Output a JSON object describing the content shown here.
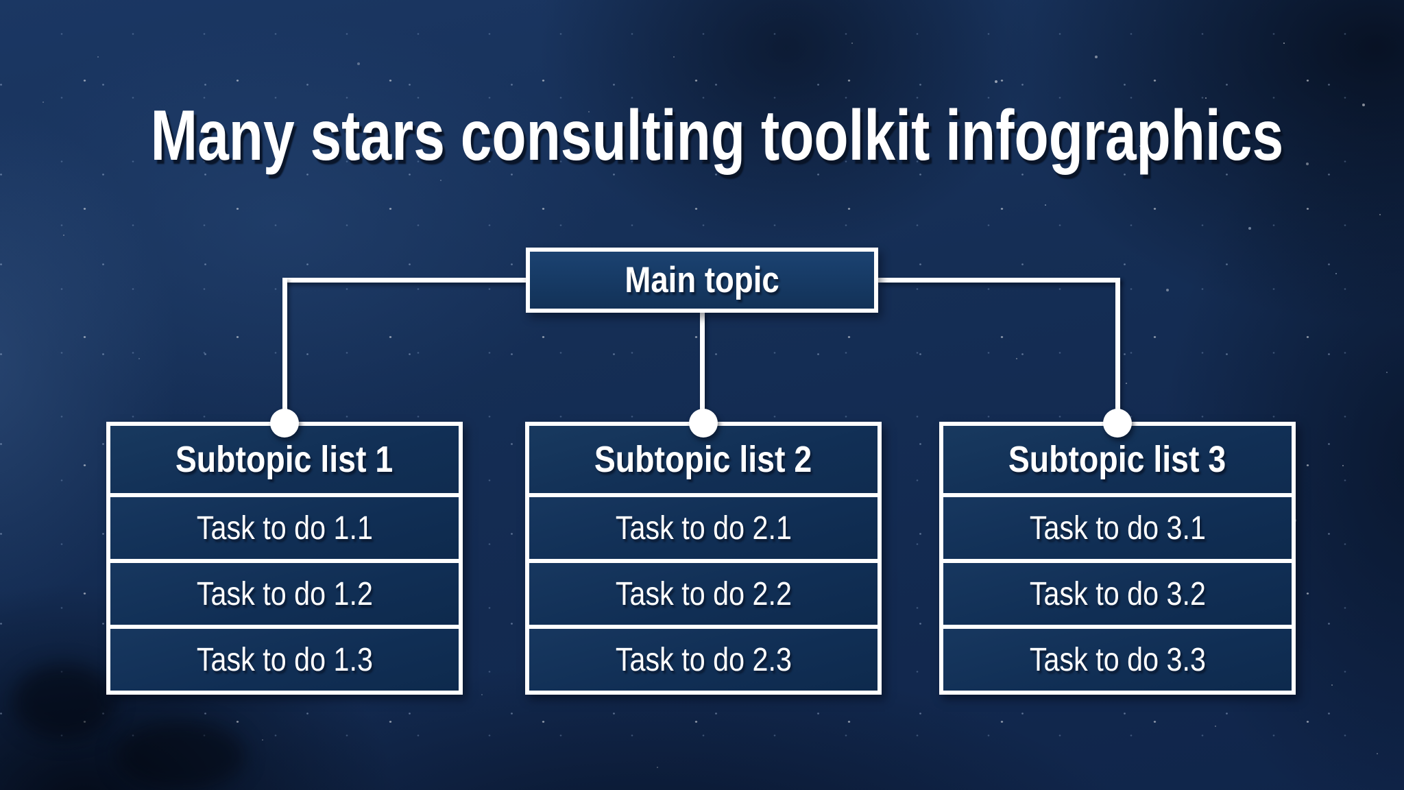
{
  "title": "Many stars consulting toolkit infographics",
  "diagram": {
    "root": {
      "label": "Main topic"
    },
    "groups": [
      {
        "header": "Subtopic list 1",
        "tasks": [
          "Task to do 1.1",
          "Task to do 1.2",
          "Task to do 1.3"
        ]
      },
      {
        "header": "Subtopic list 2",
        "tasks": [
          "Task to do 2.1",
          "Task to do 2.2",
          "Task to do 2.3"
        ]
      },
      {
        "header": "Subtopic list 3",
        "tasks": [
          "Task to do 3.1",
          "Task to do 3.2",
          "Task to do 3.3"
        ]
      }
    ]
  },
  "colors": {
    "background_base": "#13294c",
    "box_fill": "#123158",
    "main_box_fill": "#1b4271",
    "box_border": "#ffffff",
    "connector": "#ffffff",
    "text": "#ffffff"
  }
}
